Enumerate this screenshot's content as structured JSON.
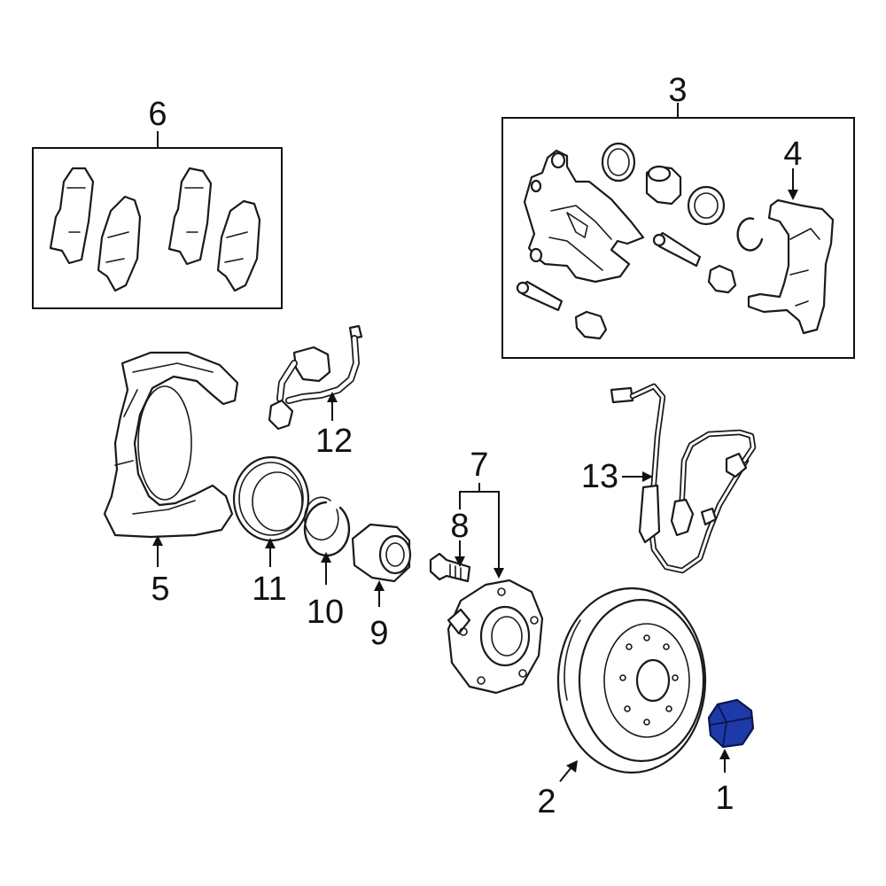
{
  "callouts": {
    "c1": "1",
    "c2": "2",
    "c3": "3",
    "c4": "4",
    "c5": "5",
    "c6": "6",
    "c7": "7",
    "c8": "8",
    "c9": "9",
    "c10": "10",
    "c11": "11",
    "c12": "12",
    "c13": "13"
  },
  "highlight": {
    "part": "1",
    "color": "#1e3aa8"
  },
  "colors": {
    "line": "#1a1a1a",
    "background": "#ffffff"
  }
}
